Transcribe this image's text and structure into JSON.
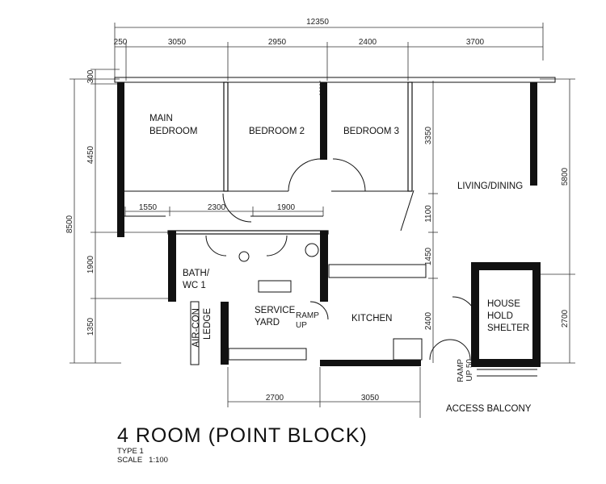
{
  "title": "4 ROOM (POINT BLOCK)",
  "subtitle_type": "TYPE 1",
  "scale_label": "SCALE",
  "scale_value": "1:100",
  "dims": {
    "total_width": "12350",
    "top_250": "250",
    "top_3050": "3050",
    "top_2950": "2950",
    "top_2400": "2400",
    "top_3700": "3700",
    "left_300": "300",
    "left_4450": "4450",
    "left_8500": "8500",
    "left_1900": "1900",
    "left_1350": "1350",
    "inner_1550": "1550",
    "inner_2300": "2300",
    "inner_1900": "1900",
    "inner_3350": "3350",
    "inner_1100": "1100",
    "inner_1450": "1450",
    "inner_2400": "2400",
    "right_5800": "5800",
    "right_2700": "2700",
    "bottom_2700": "2700",
    "bottom_3050": "3050"
  },
  "rooms": {
    "main_bedroom_line1": "MAIN",
    "main_bedroom_line2": "BEDROOM",
    "bedroom2": "BEDROOM 2",
    "bedroom3": "BEDROOM 3",
    "living_dining": "LIVING/DINING",
    "bath_line1": "BATH/",
    "bath_line2": "WC 1",
    "service_line1": "SERVICE",
    "service_line2": "YARD",
    "kitchen": "KITCHEN",
    "aircon_line1": "AIR-CON",
    "aircon_line2": "LEDGE",
    "ramp_up_a_line1": "RAMP",
    "ramp_up_a_line2": "UP",
    "ramp_up_b_line1": "RAMP",
    "ramp_up_b_line2": "UP 50",
    "shelter_line1": "HOUSE",
    "shelter_line2": "HOLD",
    "shelter_line3": "SHELTER",
    "access_balcony": "ACCESS BALCONY"
  }
}
